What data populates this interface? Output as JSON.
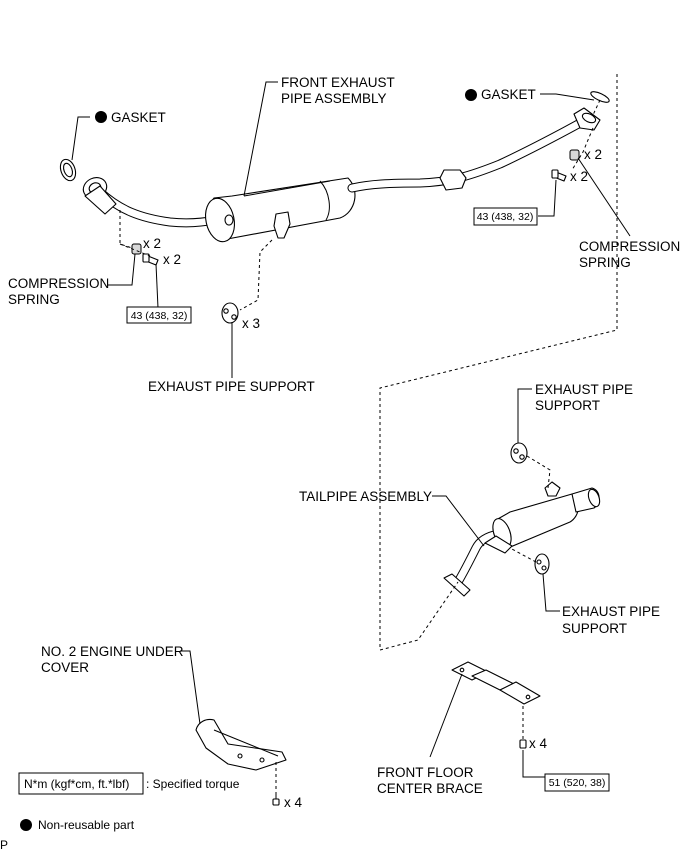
{
  "labels": {
    "gasket_left": "GASKET",
    "gasket_right": "GASKET",
    "front_pipe_line1": "FRONT EXHAUST",
    "front_pipe_line2": "PIPE ASSEMBLY",
    "comp_spring_left_line1": "COMPRESSION",
    "comp_spring_left_line2": "SPRING",
    "comp_spring_right_line1": "COMPRESSION",
    "comp_spring_right_line2": "SPRING",
    "exhaust_support_front": "EXHAUST PIPE SUPPORT",
    "exhaust_support_upper_line1": "EXHAUST PIPE",
    "exhaust_support_upper_line2": "SUPPORT",
    "exhaust_support_lower_line1": "EXHAUST PIPE",
    "exhaust_support_lower_line2": "SUPPORT",
    "tailpipe": "TAILPIPE ASSEMBLY",
    "under_cover_line1": "NO. 2 ENGINE UNDER",
    "under_cover_line2": "COVER",
    "floor_brace_line1": "FRONT FLOOR",
    "floor_brace_line2": "CENTER BRACE"
  },
  "quantities": {
    "spring_left": "x 2",
    "bolt_left": "x 2",
    "spring_right": "x 2",
    "bolt_right": "x 2",
    "support_front": "x 3",
    "cover_bolts": "x 4",
    "brace_bolts": "x 4"
  },
  "torques": {
    "left_bolts": "43 (438, 32)",
    "right_bolts": "43 (438, 32)",
    "brace_bolts": "51 (520, 38)"
  },
  "legend": {
    "torque_unit": "N*m (kgf*cm, ft.*lbf)",
    "torque_desc": ": Specified torque",
    "non_reusable": "Non-reusable part"
  },
  "corner_mark": "P"
}
